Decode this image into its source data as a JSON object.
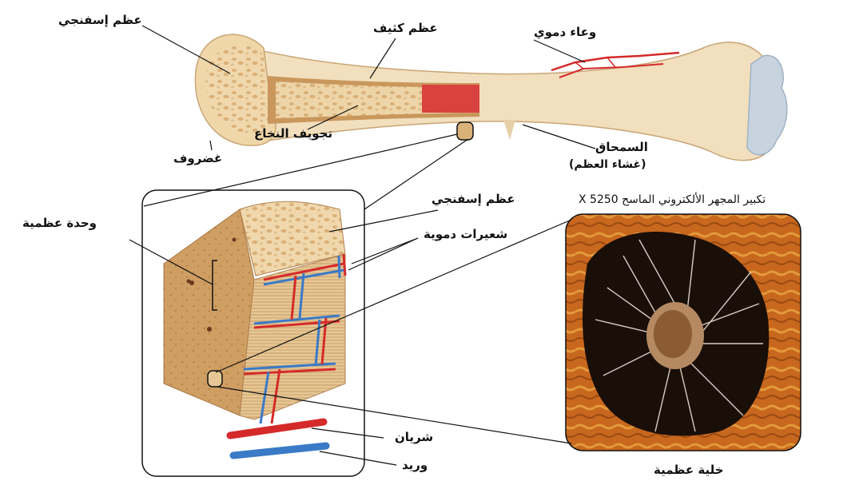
{
  "labels": {
    "spongy_bone_top": "عظم إسفنجي",
    "compact_bone": "عظم كثيف",
    "blood_vessel": "وعاء دموي",
    "marrow_cavity": "تجويف النخاع",
    "cartilage": "غضروف",
    "periosteum": "السمحاق",
    "periosteum_sub": "(غشاء العظم)",
    "spongy_bone_mid": "عظم إسفنجي",
    "capillaries": "شعيرات دموية",
    "osteon": "وحدة عظمية",
    "artery": "شريان",
    "vein": "وريد",
    "magnification": "تكبير المجهر الألكتروني الماسح X 5250",
    "bone_cell": "خلية عظمية"
  },
  "colors": {
    "bone": "#f1dfbd",
    "spongy": "#e8c995",
    "cortex": "#c9975c",
    "marrow": "#d9423f",
    "artery": "#d52a2a",
    "vein": "#3a7ac7",
    "cartilage": "#c7d4e0",
    "micrograph_bg": "#c8671e",
    "micrograph_cavity": "#1a0f08"
  }
}
